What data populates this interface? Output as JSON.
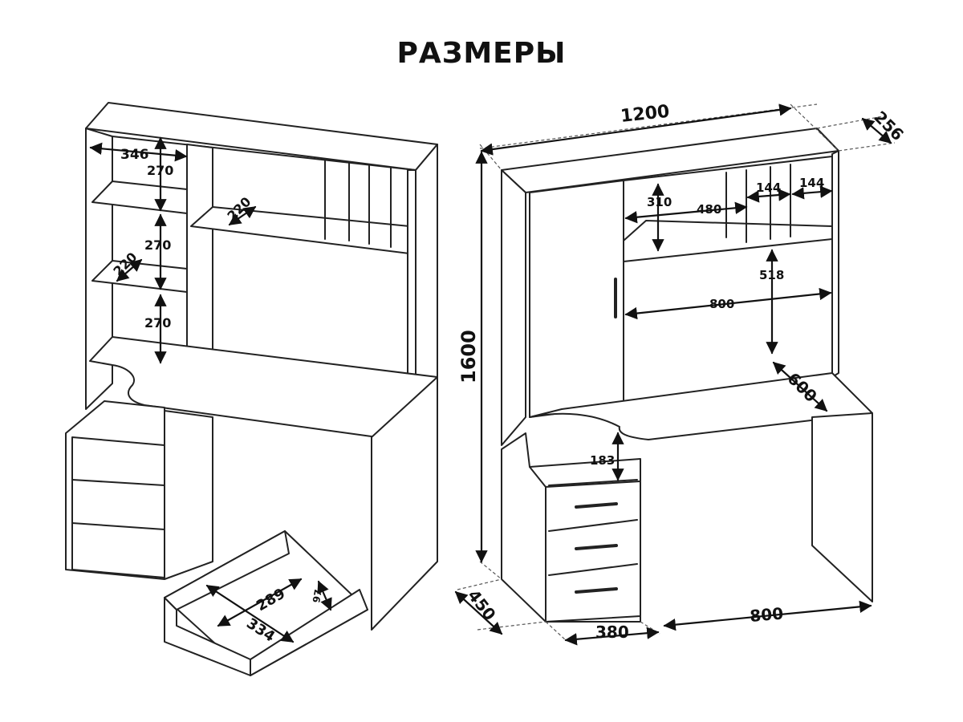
{
  "title": "РАЗМЕРЫ",
  "left_view": {
    "dims": {
      "shelf_width": "346",
      "shelf_gap_1": "270",
      "shelf_gap_2": "270",
      "shelf_gap_3": "270",
      "shelf_depth_side": "220",
      "shelf_depth_top": "220",
      "drawer_inner_width": "289",
      "drawer_inner_depth": "334",
      "drawer_height": "97"
    }
  },
  "right_view": {
    "dims": {
      "total_width": "1200",
      "superstructure_depth": "256",
      "total_height": "1600",
      "shelf_height": "310",
      "shelf_width": "480",
      "cell_width_1": "144",
      "cell_width_2": "144",
      "clear_height": "518",
      "clear_width": "800",
      "desk_depth": "600",
      "niche_height": "183",
      "base_depth": "450",
      "pedestal_width": "380",
      "desk_width": "800"
    }
  }
}
